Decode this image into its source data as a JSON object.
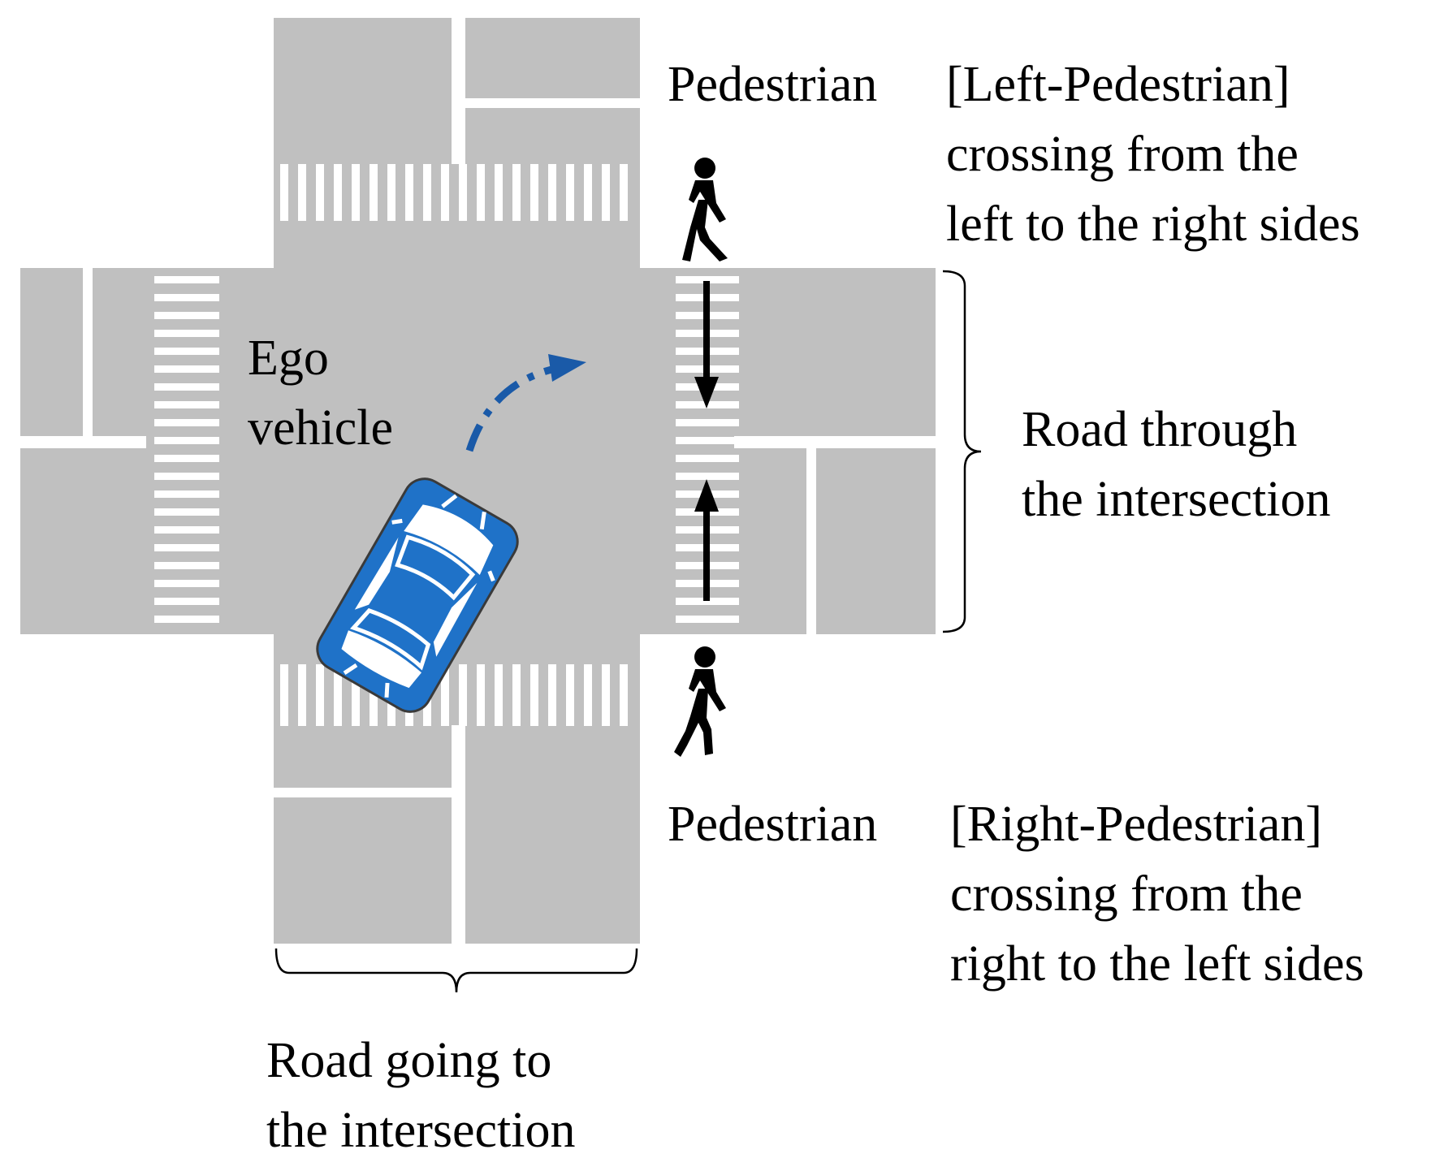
{
  "labels": {
    "ego_line1": "Ego",
    "ego_line2": "vehicle",
    "ped_top_title": "Pedestrian",
    "ped_top_desc_line1": "[Left-Pedestrian]",
    "ped_top_desc_line2": "crossing from the",
    "ped_top_desc_line3": "left to the right sides",
    "ped_bottom_title": "Pedestrian",
    "ped_bottom_desc_line1": "[Right-Pedestrian]",
    "ped_bottom_desc_line2": "crossing from the",
    "ped_bottom_desc_line3": "right to the left sides",
    "road_through_line1": "Road through",
    "road_through_line2": "the intersection",
    "road_going_line1": "Road going to",
    "road_going_line2": "the intersection"
  },
  "colors": {
    "road": "#c0c0c0",
    "marking": "#ffffff",
    "vehicle": "#1f72c8",
    "vehicle_outline": "#3a3a3a",
    "trajectory_arrow": "#1a5aa8",
    "ink": "#000000"
  },
  "icons": [
    "pedestrian-icon",
    "car-icon",
    "arrow-down-icon",
    "arrow-up-icon",
    "curved-dashed-arrow-icon",
    "brace-icon"
  ]
}
